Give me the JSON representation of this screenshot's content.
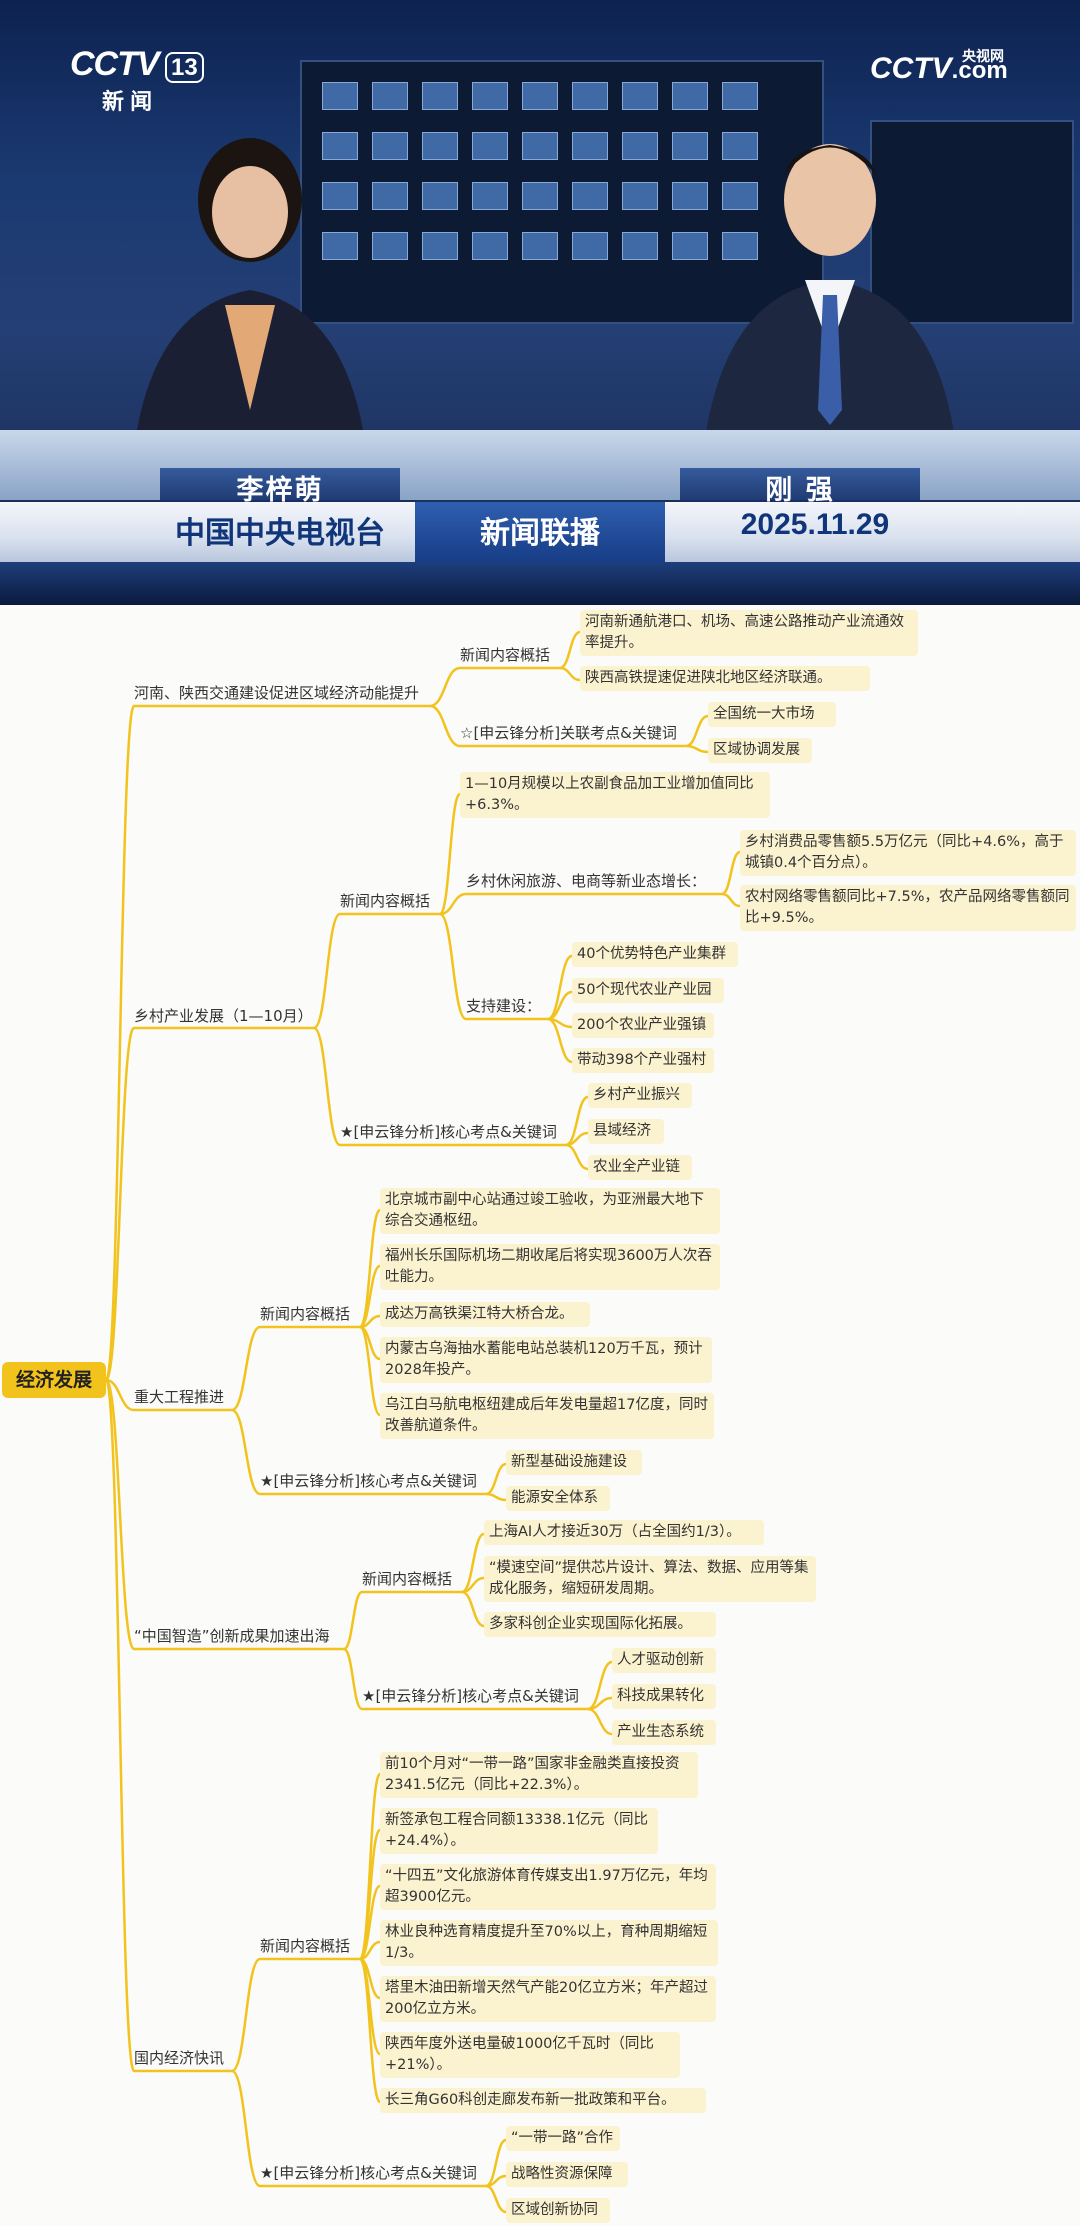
{
  "broadcast": {
    "channel_logo": "CCTV",
    "channel_number": "13",
    "channel_name": "新 闻",
    "site_logo": "CCTV",
    "site_domain": ".com",
    "site_name": "央视网",
    "anchor_left": "李梓萌",
    "anchor_right": "刚 强",
    "station": "中国中央电视台",
    "program": "新闻联播",
    "date": "2025.11.29"
  },
  "mindmap": {
    "root": "经济发展",
    "line_color": "#f2c31d",
    "sections": [
      {
        "title": "河南、陕西交通建设促进区域经济动能提升",
        "news_label": "新闻内容概括",
        "news": [
          "河南新通航港口、机场、高速公路推动产业流通效率提升。",
          "陕西高铁提速促进陕北地区经济联通。"
        ],
        "analysis_label": "☆[申云锋分析]关联考点&关键词",
        "keywords": [
          "全国统一大市场",
          "区域协调发展"
        ]
      },
      {
        "title": "乡村产业发展（1—10月）",
        "news_label": "新闻内容概括",
        "news_item1": "1—10月规模以上农副食品加工业增加值同比+6.3%。",
        "rural_label": "乡村休闲旅游、电商等新业态增长：",
        "rural": [
          "乡村消费品零售额5.5万亿元（同比+4.6%，高于城镇0.4个百分点）。",
          "农村网络零售额同比+7.5%，农产品网络零售额同比+9.5%。"
        ],
        "support_label": "支持建设：",
        "support": [
          "40个优势特色产业集群",
          "50个现代农业产业园",
          "200个农业产业强镇",
          "带动398个产业强村"
        ],
        "analysis_label": "★[申云锋分析]核心考点&关键词",
        "keywords": [
          "乡村产业振兴",
          "县域经济",
          "农业全产业链"
        ]
      },
      {
        "title": "重大工程推进",
        "news_label": "新闻内容概括",
        "news": [
          "北京城市副中心站通过竣工验收，为亚洲最大地下综合交通枢纽。",
          "福州长乐国际机场二期收尾后将实现3600万人次吞吐能力。",
          "成达万高铁渠江特大桥合龙。",
          "内蒙古乌海抽水蓄能电站总装机120万千瓦，预计2028年投产。",
          "乌江白马航电枢纽建成后年发电量超17亿度，同时改善航道条件。"
        ],
        "analysis_label": "★[申云锋分析]核心考点&关键词",
        "keywords": [
          "新型基础设施建设",
          "能源安全体系"
        ]
      },
      {
        "title": "“中国智造”创新成果加速出海",
        "news_label": "新闻内容概括",
        "news": [
          "上海AI人才接近30万（占全国约1/3）。",
          "“模速空间”提供芯片设计、算法、数据、应用等集成化服务，缩短研发周期。",
          "多家科创企业实现国际化拓展。"
        ],
        "analysis_label": "★[申云锋分析]核心考点&关键词",
        "keywords": [
          "人才驱动创新",
          "科技成果转化",
          "产业生态系统"
        ]
      },
      {
        "title": "国内经济快讯",
        "news_label": "新闻内容概括",
        "news": [
          "前10个月对“一带一路”国家非金融类直接投资2341.5亿元（同比+22.3%）。",
          "新签承包工程合同额13338.1亿元（同比+24.4%）。",
          "“十四五”文化旅游体育传媒支出1.97万亿元，年均超3900亿元。",
          "林业良种选育精度提升至70%以上，育种周期缩短1/3。",
          "塔里木油田新增天然气产能20亿立方米；年产超过200亿立方米。",
          "陕西年度外送电量破1000亿千瓦时（同比+21%）。",
          "长三角G60科创走廊发布新一批政策和平台。"
        ],
        "analysis_label": "★[申云锋分析]核心考点&关键词",
        "keywords": [
          "“一带一路”合作",
          "战略性资源保障",
          "区域创新协同"
        ]
      }
    ]
  }
}
